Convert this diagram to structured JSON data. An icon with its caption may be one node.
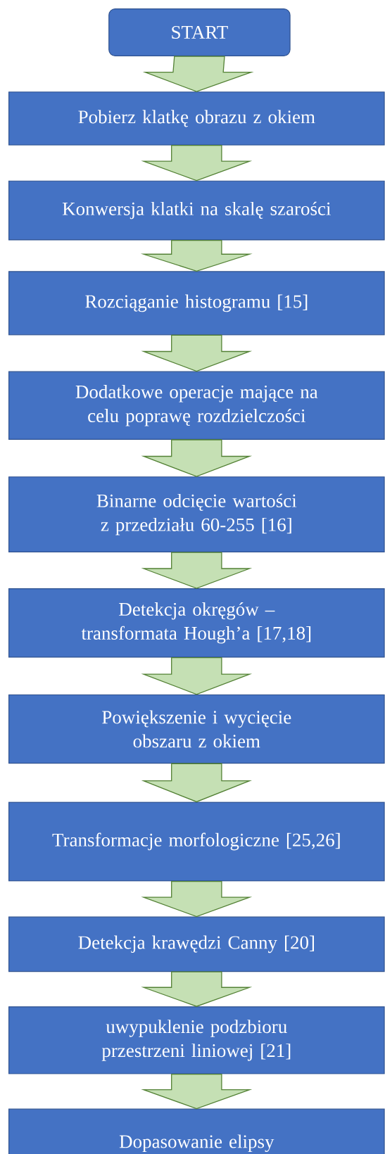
{
  "diagram": {
    "nodes": [
      {
        "text": [
          "START"
        ]
      },
      {
        "text": [
          "Pobierz klatkę obrazu z okiem"
        ]
      },
      {
        "text": [
          "Konwersja klatki na skalę szarości"
        ]
      },
      {
        "text": [
          "Rozciąganie histogramu [15]"
        ]
      },
      {
        "text": [
          "Dodatkowe operacje mające na celu poprawę rozdzielczości"
        ]
      },
      {
        "text": [
          "Binarne odcięcie wartości z przedziału 60-255 [16]"
        ]
      },
      {
        "text": [
          "Detekcja okręgów – transformata Hough’a [17,18]"
        ]
      },
      {
        "text": [
          "Powiększenie i wycięcie obszaru z okiem"
        ]
      },
      {
        "text": [
          "Transformacje morfologiczne [25,26]"
        ]
      },
      {
        "text": [
          "Detekcja krawędzi Canny [20]"
        ]
      },
      {
        "text": [
          "uwypuklenie podzbioru przestrzeni liniowej [21]"
        ]
      },
      {
        "text": [
          "Dopasowanie elipsy"
        ]
      }
    ],
    "edges": [
      {
        "from": 0,
        "to": 1,
        "arrow": "to"
      },
      {
        "from": 1,
        "to": 2,
        "arrow": "to"
      },
      {
        "from": 2,
        "to": 3,
        "arrow": "to"
      },
      {
        "from": 3,
        "to": 4,
        "arrow": "to"
      },
      {
        "from": 4,
        "to": 5,
        "arrow": "to"
      },
      {
        "from": 5,
        "to": 6,
        "arrow": "to"
      },
      {
        "from": 6,
        "to": 7,
        "arrow": "to"
      },
      {
        "from": 7,
        "to": 8,
        "arrow": "to"
      },
      {
        "from": 8,
        "to": 9,
        "arrow": "to"
      },
      {
        "from": 9,
        "to": 10,
        "arrow": "to"
      },
      {
        "from": 10,
        "to": 11,
        "arrow": "to"
      }
    ]
  }
}
